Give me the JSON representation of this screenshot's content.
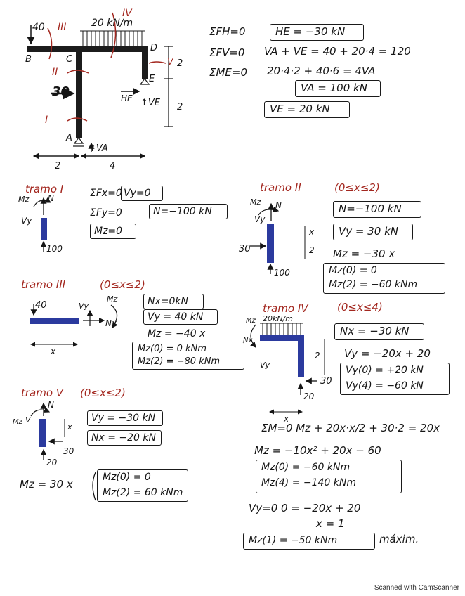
{
  "frame": {
    "load_40": "40",
    "load_dist": "20 kN/m",
    "sec_1": "I",
    "sec_2": "II",
    "sec_3": "III",
    "sec_4": "IV",
    "sec_5": "V",
    "pt_a": "A",
    "pt_b": "B",
    "pt_c": "C",
    "pt_d": "D",
    "pt_e": "E",
    "force_30": "30",
    "he": "HE",
    "ve": "↑VE",
    "va": "↑VA",
    "dim_2v_top": "2",
    "dim_2v_bot": "2",
    "dim_2h": "2",
    "dim_4h": "4"
  },
  "equilibrium": {
    "fh": "ΣFH=0",
    "fh_res": "HE = −30 kN",
    "fv": "ΣFV=0",
    "fv_eq": "VA + VE = 40 + 20·4 = 120",
    "me": "ΣME=0",
    "me_eq": "20·4·2 + 40·6 = 4VA",
    "va_res": "VA = 100 kN",
    "ve_res": "VE = 20 kN"
  },
  "tramo1": {
    "title": "tramo I",
    "fx": "ΣFx=0",
    "vy": "Vy=0",
    "fy": "ΣFy=0",
    "n": "N=−100 kN",
    "mz": "Mz=0",
    "lbl_mz": "Mz",
    "lbl_n": "N",
    "lbl_vy": "Vy",
    "lbl_100": "100"
  },
  "tramo2": {
    "title": "tramo II",
    "range": "(0≤x≤2)",
    "n": "N=−100 kN",
    "vy": "Vy = 30 kN",
    "mz": "Mz = −30 x",
    "mz0": "Mz(0) = 0",
    "mz2": "Mz(2) = −60 kNm",
    "lbl_mz": "Mz",
    "lbl_n": "N",
    "lbl_vy": "Vy",
    "lbl_x": "x",
    "lbl_2": "2",
    "lbl_30": "30",
    "lbl_100": "100"
  },
  "tramo3": {
    "title": "tramo III",
    "range": "(0≤x≤2)",
    "nx": "Nx=0kN",
    "vy": "Vy = 40 kN",
    "mz": "Mz = −40 x",
    "mz0": "Mz(0) = 0 kNm",
    "mz2": "Mz(2) = −80 kNm",
    "lbl_40": "40",
    "lbl_vy": "Vy",
    "lbl_mz": "Mz",
    "lbl_nx": "Nx",
    "lbl_x": "x"
  },
  "tramo4": {
    "title": "tramo IV",
    "range": "(0≤x≤4)",
    "nx": "Nx = −30 kN",
    "vy": "Vy = −20x + 20",
    "vy0": "Vy(0) = +20 kN",
    "vy4": "Vy(4) = −60 kN",
    "me": "ΣM=0   Mz + 20x·x/2 + 30·2 = 20x",
    "mz": "Mz = −10x² + 20x − 60",
    "mz0": "Mz(0) = −60 kNm",
    "mz4": "Mz(4) = −140 kNm",
    "vzero": "Vy=0     0 = −20x + 20",
    "x1": "x = 1",
    "mmax": "Mz(1) = −50 kNm",
    "max_word": "máxim.",
    "lbl_load": "20kN/m",
    "lbl_mz": "Mz",
    "lbl_nx": "Nx",
    "lbl_vy": "Vy",
    "lbl_2": "2",
    "lbl_30": "30",
    "lbl_20": "20",
    "lbl_x": "x"
  },
  "tramo5": {
    "title": "tramo V",
    "range": "(0≤x≤2)",
    "vy": "Vy = −30 kN",
    "nx": "Nx = −20 kN",
    "mz": "Mz = 30 x",
    "mz0": "Mz(0) = 0",
    "mz2": "Mz(2) = 60 kNm",
    "lbl_n": "N",
    "lbl_mz": "Mz",
    "lbl_v": "V",
    "lbl_x": "x",
    "lbl_30": "30",
    "lbl_20": "20"
  },
  "footer": "Scanned with CamScanner",
  "colors": {
    "ink": "#151515",
    "red": "#a3271f",
    "blue": "#2b3a9e"
  }
}
